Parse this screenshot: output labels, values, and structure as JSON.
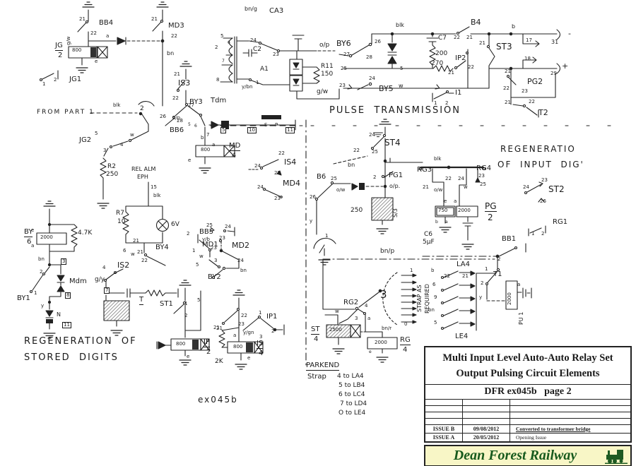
{
  "title_block": {
    "title_line1": "Multi Input Level Auto-Auto Relay Set",
    "title_line2": "Output Pulsing Circuit Elements",
    "doc_ref": "DFR ex045b   page 2",
    "issues": [
      {
        "issue": "ISSUE B",
        "date": "09/08/2012",
        "note": "Converted to transformer bridge"
      },
      {
        "issue": "ISSUE A",
        "date": "20/05/2012",
        "note": "Opening Issue"
      }
    ]
  },
  "footer": {
    "brand": "Dean Forest Railway",
    "loco_icon": "steam-locomotive"
  },
  "colors": {
    "ink": "#1a1a1a",
    "brand_green": "#175a1d",
    "footer_bg": "#f8f6c6"
  },
  "schematic": {
    "labels": [
      [
        "21",
        112,
        24,
        7
      ],
      [
        "22",
        128,
        44,
        7
      ],
      [
        "BB4",
        140,
        28,
        10
      ],
      [
        "g/w",
        94,
        64,
        7,
        "r"
      ],
      [
        "a",
        150,
        48,
        7
      ],
      [
        "JG",
        78,
        60,
        10,
        "u"
      ],
      [
        "2",
        82,
        74,
        10
      ],
      [
        "800",
        102,
        68,
        7
      ],
      [
        "e",
        134,
        84,
        7
      ],
      [
        "JG1",
        98,
        108,
        10
      ],
      [
        "1",
        60,
        116,
        7
      ],
      [
        "2",
        76,
        110,
        7
      ],
      [
        "21",
        214,
        24,
        7
      ],
      [
        "MD3",
        238,
        32,
        10
      ],
      [
        "22",
        242,
        48,
        7
      ],
      [
        "bn",
        236,
        72,
        8
      ],
      [
        "21",
        246,
        102,
        7
      ],
      [
        "IS3",
        252,
        112,
        11
      ],
      [
        "22",
        244,
        136,
        7
      ],
      [
        "27",
        266,
        146,
        7
      ],
      [
        "26",
        226,
        162,
        7
      ],
      [
        "28",
        250,
        168,
        7
      ],
      [
        "BB6",
        240,
        180,
        10
      ],
      [
        "5",
        266,
        174,
        6
      ],
      [
        "6",
        275,
        176,
        6
      ],
      [
        "BY3",
        268,
        140,
        10
      ],
      [
        "o/p.",
        244,
        164,
        7
      ],
      [
        "Tdm",
        298,
        138,
        10
      ],
      [
        "b",
        284,
        192,
        7
      ],
      [
        "7",
        292,
        188,
        7
      ],
      [
        "a",
        300,
        202,
        7
      ],
      [
        "5",
        312,
        180,
        7,
        "b"
      ],
      [
        "10",
        350,
        180,
        7,
        "b"
      ],
      [
        "S",
        374,
        174,
        7
      ],
      [
        "P",
        389,
        174,
        7
      ],
      [
        "11",
        404,
        180,
        7,
        "b"
      ],
      [
        "800",
        284,
        209,
        7
      ],
      [
        "MD",
        324,
        202,
        10,
        "u"
      ],
      [
        "4",
        328,
        216,
        10
      ],
      [
        "e",
        266,
        224,
        7
      ],
      [
        "FROM PART 1",
        52,
        155,
        9,
        "w"
      ],
      [
        "blk",
        160,
        146,
        7
      ],
      [
        "2",
        198,
        150,
        9
      ],
      [
        "JG2",
        112,
        194,
        10
      ],
      [
        "5",
        134,
        186,
        7
      ],
      [
        "w",
        184,
        188,
        7
      ],
      [
        "4",
        170,
        202,
        7
      ],
      [
        "3",
        146,
        210,
        7
      ],
      [
        "R2",
        152,
        232,
        9
      ],
      [
        "250",
        150,
        243,
        9
      ],
      [
        "REL ALM",
        186,
        236,
        8
      ],
      [
        "EPH",
        194,
        247,
        8
      ],
      [
        "15",
        213,
        262,
        7
      ],
      [
        "blk",
        217,
        274,
        7
      ],
      [
        "R7",
        164,
        298,
        9
      ],
      [
        "10",
        166,
        310,
        9
      ],
      [
        "6V",
        242,
        314,
        9
      ],
      [
        "BY",
        34,
        324,
        10,
        "u"
      ],
      [
        "6",
        38,
        338,
        10
      ],
      [
        "e",
        44,
        323,
        7
      ],
      [
        "2000",
        57,
        333,
        7
      ],
      [
        "a",
        44,
        345,
        7
      ],
      [
        "4.7K",
        110,
        326,
        9
      ],
      [
        "bn",
        54,
        364,
        7
      ],
      [
        "3",
        86,
        366,
        7,
        "b"
      ],
      [
        "2",
        56,
        382,
        7
      ],
      [
        "1",
        48,
        412,
        7
      ],
      [
        "BY1",
        24,
        418,
        10
      ],
      [
        "Mdm",
        98,
        394,
        10
      ],
      [
        "8",
        92,
        414,
        7,
        "b"
      ],
      [
        "y",
        58,
        430,
        7
      ],
      [
        "N",
        80,
        442,
        8
      ],
      [
        "11",
        88,
        456,
        7,
        "b"
      ],
      [
        "REGENERATION  OF",
        34,
        477,
        13,
        "w"
      ],
      [
        "STORED  DIGITS",
        34,
        500,
        13,
        "w"
      ],
      [
        "21",
        194,
        354,
        7
      ],
      [
        "BY4",
        220,
        346,
        10
      ],
      [
        "21",
        188,
        338,
        7
      ],
      [
        "6",
        174,
        352,
        7
      ],
      [
        "w",
        185,
        357,
        7
      ],
      [
        "IS2",
        166,
        370,
        11
      ],
      [
        "22",
        200,
        366,
        7
      ],
      [
        "4",
        145,
        376,
        7
      ],
      [
        "g/y",
        134,
        392,
        9
      ],
      [
        "7",
        147,
        407,
        7,
        "b"
      ],
      [
        "T",
        197,
        420,
        10,
        "u"
      ],
      [
        "2",
        264,
        328,
        7
      ],
      [
        "MD1",
        286,
        342,
        10
      ],
      [
        "1",
        272,
        352,
        7
      ],
      [
        "w",
        282,
        360,
        7
      ],
      [
        "5",
        277,
        372,
        7
      ],
      [
        "3",
        303,
        366,
        7
      ],
      [
        "BY2",
        294,
        388,
        10
      ],
      [
        "ST1",
        226,
        426,
        10
      ],
      [
        "1",
        261,
        427,
        7
      ],
      [
        "5",
        279,
        422,
        7
      ],
      [
        "2",
        261,
        444,
        7
      ],
      [
        "21",
        306,
        462,
        7
      ],
      [
        "25",
        292,
        316,
        7
      ],
      [
        "24",
        318,
        318,
        7
      ],
      [
        "BB5",
        282,
        324,
        10
      ],
      [
        "y/b",
        286,
        336,
        7
      ],
      [
        "23",
        310,
        334,
        7
      ],
      [
        "23",
        298,
        348,
        7
      ],
      [
        "MD2",
        328,
        342,
        11
      ],
      [
        "24",
        336,
        366,
        7
      ],
      [
        "bn",
        340,
        380,
        7
      ],
      [
        "22",
        394,
        214,
        7
      ],
      [
        "IS4",
        402,
        224,
        11
      ],
      [
        "24",
        360,
        232,
        7
      ],
      [
        "25",
        388,
        242,
        7
      ],
      [
        "MD4",
        400,
        254,
        11
      ],
      [
        "24",
        364,
        262,
        7
      ],
      [
        "23",
        388,
        278,
        7
      ],
      [
        "800",
        249,
        484,
        7
      ],
      [
        "IP",
        288,
        480,
        10,
        "u"
      ],
      [
        "2",
        292,
        494,
        10
      ],
      [
        "e",
        264,
        502,
        7
      ],
      [
        "2K",
        304,
        508,
        9
      ],
      [
        "800",
        330,
        488,
        7
      ],
      [
        "IS",
        363,
        482,
        10,
        "u"
      ],
      [
        "4",
        366,
        496,
        10
      ],
      [
        "e",
        350,
        504,
        7
      ],
      [
        "y/gn",
        344,
        468,
        7
      ],
      [
        "3",
        367,
        474,
        7
      ],
      [
        "a",
        330,
        472,
        7
      ],
      [
        "22",
        341,
        444,
        7
      ],
      [
        "23",
        337,
        456,
        7
      ],
      [
        "21",
        302,
        461,
        7
      ],
      [
        "IP1",
        377,
        444,
        10
      ],
      [
        "1",
        366,
        440,
        7
      ],
      [
        "2",
        384,
        466,
        7
      ],
      [
        "ex045b",
        280,
        560,
        12,
        "w"
      ],
      [
        "bn/g",
        346,
        9,
        8
      ],
      [
        "CA3",
        381,
        11,
        10
      ],
      [
        "5",
        312,
        48,
        7
      ],
      [
        "6",
        322,
        58,
        6
      ],
      [
        "2",
        304,
        64,
        7
      ],
      [
        "C2",
        358,
        66,
        9
      ],
      [
        "7",
        314,
        84,
        6
      ],
      [
        "A1",
        368,
        94,
        9
      ],
      [
        "8",
        306,
        110,
        7
      ],
      [
        "24",
        354,
        54,
        7
      ],
      [
        "23",
        386,
        74,
        7
      ],
      [
        "1",
        362,
        114,
        7
      ],
      [
        "y/bn",
        342,
        120,
        7
      ],
      [
        "o/p",
        452,
        60,
        9
      ],
      [
        "R11",
        454,
        90,
        9
      ],
      [
        "150",
        454,
        101,
        9
      ],
      [
        "g/w",
        448,
        126,
        9
      ],
      [
        "BY6",
        476,
        56,
        11
      ],
      [
        "26",
        530,
        56,
        7
      ],
      [
        "27",
        486,
        74,
        7
      ],
      [
        "28",
        518,
        78,
        7
      ],
      [
        "blk",
        560,
        32,
        8
      ],
      [
        "C7",
        620,
        50,
        9
      ],
      [
        "200",
        616,
        72,
        9
      ],
      [
        "270",
        610,
        86,
        9
      ],
      [
        "21",
        634,
        100,
        7
      ],
      [
        "25",
        482,
        94,
        7
      ],
      [
        "5",
        566,
        94,
        7
      ],
      [
        "23",
        480,
        118,
        7
      ],
      [
        "24",
        522,
        108,
        7
      ],
      [
        "BY5",
        536,
        120,
        11
      ],
      [
        "w",
        564,
        118,
        8
      ],
      [
        "B4",
        666,
        26,
        11
      ],
      [
        "22",
        642,
        50,
        7
      ],
      [
        "21",
        660,
        50,
        7
      ],
      [
        "21",
        678,
        58,
        7
      ],
      [
        "b",
        724,
        34,
        8
      ],
      [
        "ST3",
        702,
        60,
        12
      ],
      [
        "17",
        744,
        54,
        7
      ],
      [
        "31",
        780,
        56,
        8
      ],
      [
        "-",
        804,
        42,
        11
      ],
      [
        "18",
        742,
        80,
        7
      ],
      [
        "+",
        795,
        88,
        11
      ],
      [
        "29",
        779,
        101,
        7
      ],
      [
        "IP2",
        644,
        78,
        10
      ],
      [
        "22",
        662,
        92,
        7
      ],
      [
        "21",
        714,
        98,
        7
      ],
      [
        "PG2",
        746,
        110,
        11
      ],
      [
        "22",
        712,
        122,
        7
      ],
      [
        "23",
        738,
        126,
        7
      ],
      [
        "21",
        714,
        142,
        7
      ],
      [
        "22",
        748,
        141,
        7
      ],
      [
        "T2",
        762,
        154,
        11
      ],
      [
        "I1",
        644,
        127,
        10
      ],
      [
        "1",
        614,
        143,
        7
      ],
      [
        "2",
        630,
        143,
        7
      ],
      [
        "PULSE  TRANSMISSION",
        466,
        150,
        13,
        "w"
      ],
      [
        "24",
        522,
        188,
        7
      ],
      [
        "ST4",
        544,
        196,
        12
      ],
      [
        "22",
        500,
        210,
        7
      ],
      [
        "25",
        526,
        212,
        7
      ],
      [
        "bn",
        492,
        230,
        8
      ],
      [
        "PG1",
        550,
        244,
        10
      ],
      [
        "2",
        528,
        248,
        7
      ],
      [
        "B6",
        448,
        246,
        10
      ],
      [
        "25",
        468,
        250,
        7
      ],
      [
        "o/w",
        476,
        266,
        7
      ],
      [
        "o/p.",
        551,
        260,
        8
      ],
      [
        "26",
        438,
        276,
        7
      ],
      [
        "y",
        438,
        310,
        7
      ],
      [
        "250",
        496,
        294,
        9
      ],
      [
        "S/3",
        556,
        308,
        8,
        "r"
      ],
      [
        "1",
        460,
        331,
        7
      ],
      [
        "RG3",
        590,
        236,
        10
      ],
      [
        "RG4",
        674,
        234,
        10
      ],
      [
        "blk",
        614,
        222,
        7
      ],
      [
        "22",
        630,
        250,
        7
      ],
      [
        "24",
        648,
        250,
        7
      ],
      [
        "23",
        677,
        246,
        7
      ],
      [
        "21",
        598,
        262,
        7
      ],
      [
        "25",
        679,
        258,
        7
      ],
      [
        "o/w",
        614,
        266,
        7
      ],
      [
        "w",
        656,
        262,
        7
      ],
      [
        "e",
        628,
        282,
        7
      ],
      [
        "a",
        642,
        282,
        7
      ],
      [
        "750",
        620,
        295,
        7
      ],
      [
        "2000",
        648,
        295,
        7
      ],
      [
        "PG",
        686,
        286,
        12,
        "u"
      ],
      [
        "2",
        690,
        302,
        12
      ],
      [
        "b",
        616,
        312,
        6
      ],
      [
        "a",
        630,
        312,
        6
      ],
      [
        "C6",
        600,
        328,
        9
      ],
      [
        "5μF",
        598,
        339,
        9
      ],
      [
        "REGENERATIO",
        708,
        205,
        12,
        "w"
      ],
      [
        "OF  INPUT  DIG'",
        704,
        227,
        12,
        "w"
      ],
      [
        "23",
        766,
        252,
        7
      ],
      [
        "24",
        740,
        262,
        7
      ],
      [
        "ST2",
        776,
        262,
        12
      ],
      [
        "26",
        764,
        282,
        7
      ],
      [
        "RG1",
        782,
        310,
        10
      ],
      [
        "1",
        752,
        328,
        7
      ],
      [
        "2",
        766,
        328,
        7
      ],
      [
        "BB1",
        710,
        334,
        10
      ],
      [
        "2",
        704,
        364,
        7
      ],
      [
        "T1",
        698,
        384,
        10
      ],
      [
        "1",
        686,
        378,
        7
      ],
      [
        "2",
        680,
        398,
        7
      ],
      [
        "y",
        678,
        418,
        7
      ],
      [
        "a",
        732,
        400,
        7
      ],
      [
        "2000",
        718,
        432,
        7,
        "r"
      ],
      [
        "PU 1",
        734,
        460,
        8,
        "r"
      ],
      [
        "bn/p",
        538,
        352,
        9
      ],
      [
        "LA4",
        646,
        370,
        10
      ],
      [
        "b",
        610,
        380,
        7
      ],
      [
        "22",
        628,
        388,
        7
      ],
      [
        "21",
        654,
        388,
        7
      ],
      [
        "6",
        612,
        400,
        7
      ],
      [
        "9",
        614,
        418,
        7
      ],
      [
        "bn",
        606,
        436,
        7
      ],
      [
        "5",
        614,
        454,
        7
      ],
      [
        "LE4",
        644,
        472,
        10
      ],
      [
        "STRAP AS",
        590,
        442,
        8,
        "r"
      ],
      [
        "REQUIRED",
        601,
        444,
        8,
        "r"
      ],
      [
        "3",
        538,
        410,
        15
      ],
      [
        "1",
        580,
        380,
        7
      ],
      [
        "0",
        572,
        456,
        7
      ],
      [
        "RG2",
        486,
        424,
        10
      ],
      [
        "4",
        516,
        430,
        7
      ],
      [
        "w",
        474,
        438,
        7
      ],
      [
        "3",
        502,
        448,
        7
      ],
      [
        "a",
        520,
        448,
        7
      ],
      [
        "ST",
        440,
        462,
        10,
        "u"
      ],
      [
        "4",
        444,
        476,
        10
      ],
      [
        "2500",
        466,
        464,
        7
      ],
      [
        "bn/r",
        540,
        462,
        7
      ],
      [
        "2000",
        530,
        482,
        7
      ],
      [
        "RG",
        566,
        477,
        10,
        "u"
      ],
      [
        "4",
        570,
        491,
        10
      ],
      [
        "e",
        522,
        496,
        6
      ],
      [
        "PARKEND",
        433,
        513,
        10,
        "u"
      ],
      [
        "Strap",
        435,
        529,
        10
      ],
      [
        "4 to LA4",
        477,
        529,
        9
      ],
      [
        "5 to LB4",
        479,
        542,
        9
      ],
      [
        "6 to LC4",
        479,
        555,
        9
      ],
      [
        "7 to LD4",
        481,
        568,
        9
      ],
      [
        "O to LE4",
        479,
        581,
        9
      ]
    ]
  }
}
